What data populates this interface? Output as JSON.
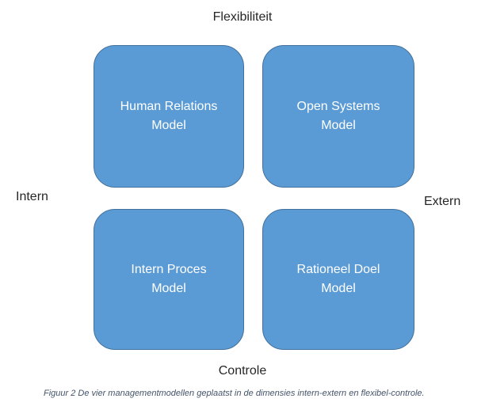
{
  "figure": {
    "axis_labels": {
      "top": "Flexibiliteit",
      "bottom": "Controle",
      "left": "Intern",
      "right": "Extern"
    },
    "quadrants": [
      {
        "position": "top-left",
        "line1": "Human Relations",
        "line2": "Model"
      },
      {
        "position": "top-right",
        "line1": "Open Systems",
        "line2": "Model"
      },
      {
        "position": "bottom-left",
        "line1": "Intern Proces",
        "line2": "Model"
      },
      {
        "position": "bottom-right",
        "line1": "Rationeel Doel",
        "line2": "Model"
      }
    ],
    "caption": "Figuur 2 De vier managementmodellen geplaatst in de dimensies intern-extern en flexibel-controle.",
    "colors": {
      "background": "#FFFFFF",
      "box_fill": "#5B9BD5",
      "box_border": "#41719C",
      "box_text": "#FFFFFF",
      "axis_text": "#262626",
      "caption_text": "#44546A"
    }
  }
}
